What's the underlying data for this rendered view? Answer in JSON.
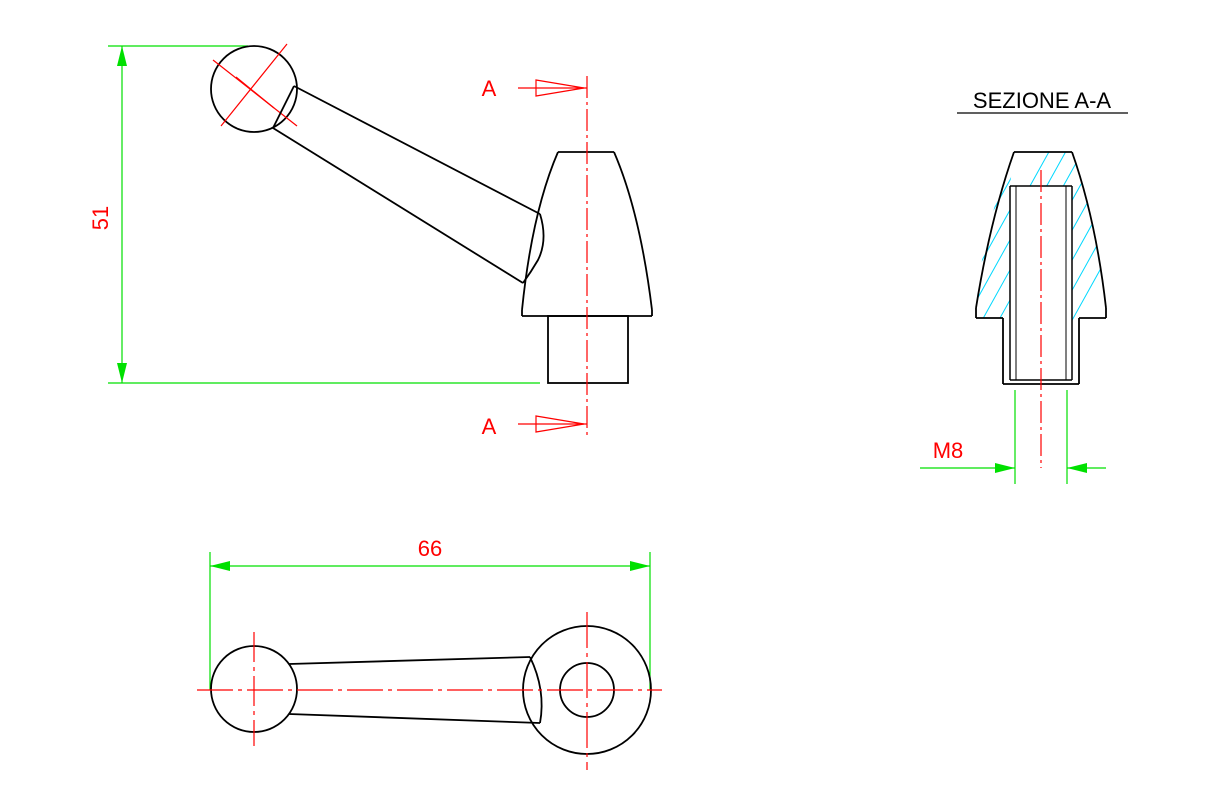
{
  "colors": {
    "outline": "#000000",
    "centerline": "#ff0000",
    "dimension": "#00e000",
    "hatch": "#00d8ff",
    "text": "#ff0000",
    "title_text": "#000000"
  },
  "labels": {
    "section_title": "SEZIONE A-A",
    "section_mark_top": "A",
    "section_mark_bottom": "A",
    "dim_height": "51",
    "dim_width": "66",
    "dim_thread": "M8"
  }
}
